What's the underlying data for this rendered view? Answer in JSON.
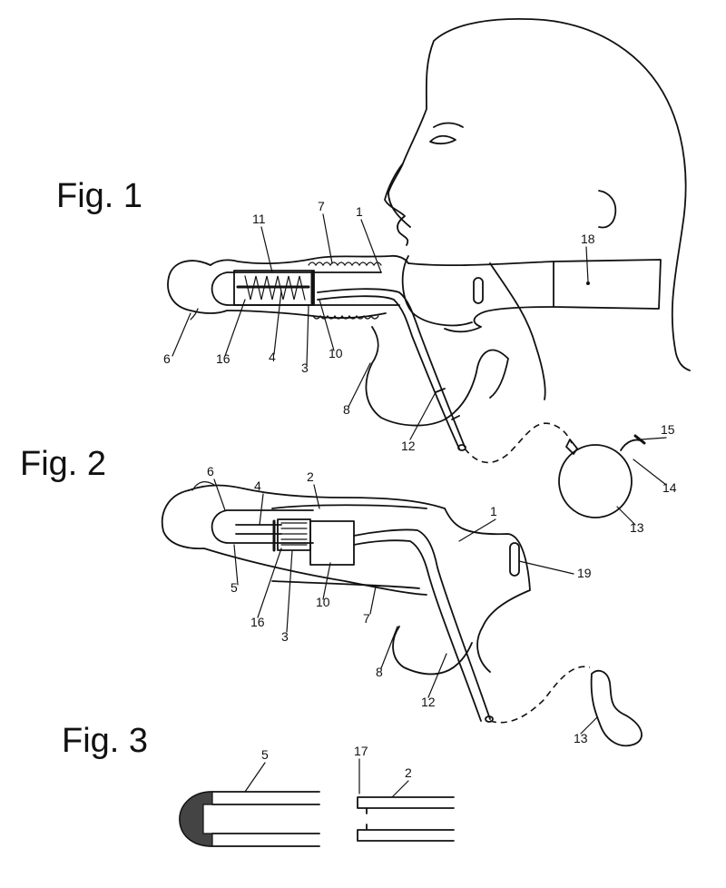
{
  "figures": [
    {
      "title": "Fig. 1"
    },
    {
      "title": "Fig. 2"
    },
    {
      "title": "Fig. 3"
    }
  ],
  "fig1_labels": [
    "11",
    "7",
    "1",
    "18",
    "6",
    "16",
    "4",
    "3",
    "10",
    "8",
    "12",
    "15",
    "14",
    "13"
  ],
  "fig2_labels": [
    "6",
    "4",
    "2",
    "1",
    "19",
    "5",
    "16",
    "3",
    "10",
    "7",
    "8",
    "12",
    "13"
  ],
  "fig3_labels": [
    "5",
    "17",
    "2"
  ]
}
